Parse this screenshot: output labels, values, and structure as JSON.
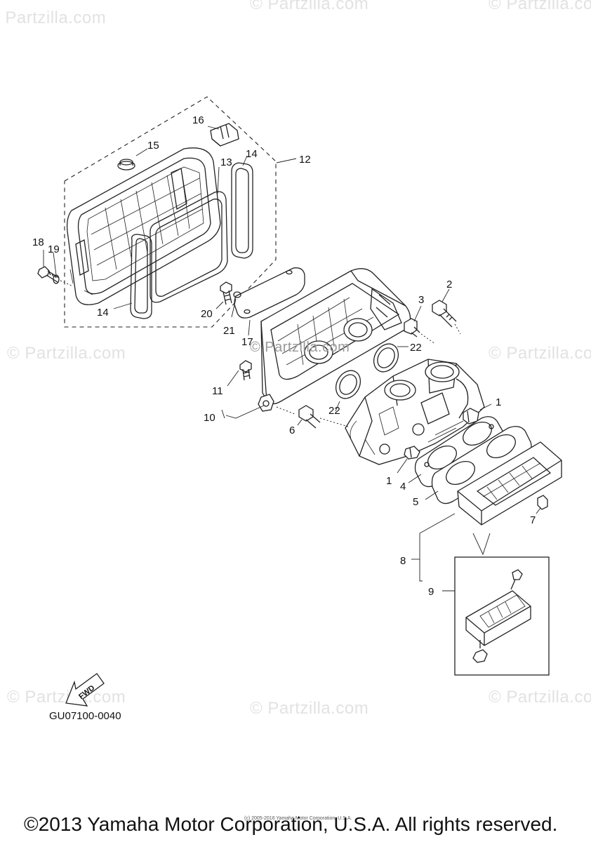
{
  "watermark": "© Partzilla.com",
  "center_watermark": "© Partzilla.com",
  "part_labels": [
    "1",
    "1",
    "2",
    "3",
    "4",
    "5",
    "6",
    "7",
    "8",
    "9",
    "10",
    "11",
    "12",
    "13",
    "14",
    "14",
    "15",
    "16",
    "17",
    "18",
    "19",
    "20",
    "21",
    "22",
    "22"
  ],
  "fwd_label": "FWD",
  "diagram_code": "GU07100-0040",
  "small_copyright": "(c) 2005-2016 Yamaha Motor Corporation, U.S.A.",
  "copyright": "©2013 Yamaha Motor Corporation, U.S.A. All rights reserved."
}
